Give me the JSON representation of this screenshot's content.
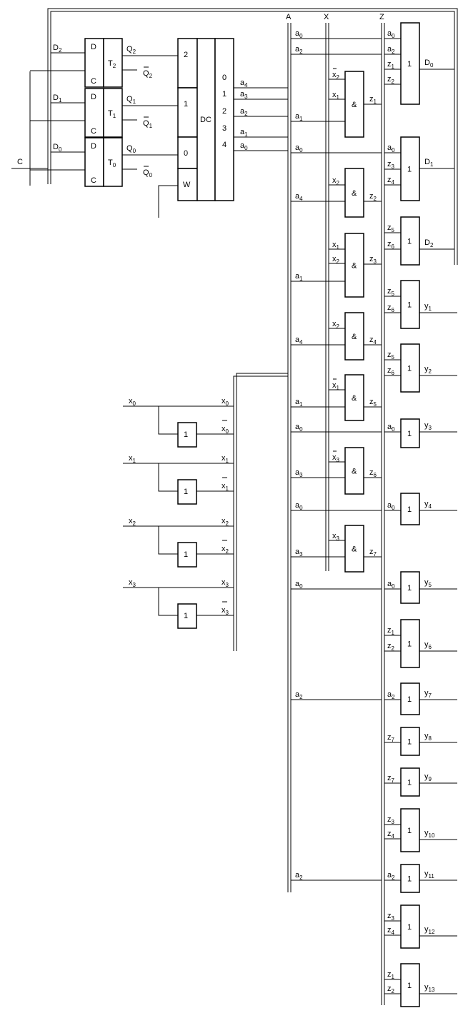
{
  "buses": {
    "a": "A",
    "x": "X",
    "z": "Z"
  },
  "clock_label": "C",
  "triggers": [
    {
      "d": "D",
      "c": "C",
      "t_main": "T",
      "t_sub": "2",
      "in_main": "D",
      "in_sub": "2",
      "q_main": "Q",
      "q_sub": "2",
      "qn_main": "Q",
      "qn_sub": "2"
    },
    {
      "d": "D",
      "c": "C",
      "t_main": "T",
      "t_sub": "1",
      "in_main": "D",
      "in_sub": "1",
      "q_main": "Q",
      "q_sub": "1",
      "qn_main": "Q",
      "qn_sub": "1"
    },
    {
      "d": "D",
      "c": "C",
      "t_main": "T",
      "t_sub": "0",
      "in_main": "D",
      "in_sub": "0",
      "q_main": "Q",
      "q_sub": "0",
      "qn_main": "Q",
      "qn_sub": "0"
    }
  ],
  "decoder": {
    "title": "DC",
    "inputs": [
      "2",
      "1",
      "0"
    ],
    "enable": "W",
    "outputs": [
      "0",
      "1",
      "2",
      "3",
      "4"
    ],
    "out_signals": [
      {
        "main": "a",
        "sub": "4"
      },
      {
        "main": "a",
        "sub": "3"
      },
      {
        "main": "a",
        "sub": "2"
      },
      {
        "main": "a",
        "sub": "1"
      },
      {
        "main": "a",
        "sub": "0"
      }
    ]
  },
  "inverters": [
    {
      "symbol": "1",
      "in_main": "x",
      "in_sub": "0",
      "out_main": "x",
      "out_sub": "0",
      "inv_main": "x",
      "inv_sub": "0"
    },
    {
      "symbol": "1",
      "in_main": "x",
      "in_sub": "1",
      "out_main": "x",
      "out_sub": "1",
      "inv_main": "x",
      "inv_sub": "1"
    },
    {
      "symbol": "1",
      "in_main": "x",
      "in_sub": "2",
      "out_main": "x",
      "out_sub": "2",
      "inv_main": "x",
      "inv_sub": "2"
    },
    {
      "symbol": "1",
      "in_main": "x",
      "in_sub": "3",
      "out_main": "x",
      "out_sub": "3",
      "inv_main": "x",
      "inv_sub": "3"
    }
  ],
  "and_gates": [
    {
      "symbol": "&",
      "a": {
        "main": "a",
        "sub": "1"
      },
      "inputs": [
        {
          "main": "x",
          "sub": "2",
          "bar": true
        },
        {
          "main": "x",
          "sub": "1",
          "bar": false
        }
      ],
      "out": {
        "main": "z",
        "sub": "1"
      }
    },
    {
      "symbol": "&",
      "a": {
        "main": "a",
        "sub": "4"
      },
      "inputs": [
        {
          "main": "x",
          "sub": "2",
          "bar": false
        }
      ],
      "out": {
        "main": "z",
        "sub": "2"
      }
    },
    {
      "symbol": "&",
      "a": {
        "main": "a",
        "sub": "1"
      },
      "inputs": [
        {
          "main": "x",
          "sub": "1",
          "bar": false
        },
        {
          "main": "x",
          "sub": "2",
          "bar": false
        }
      ],
      "out": {
        "main": "z",
        "sub": "3"
      }
    },
    {
      "symbol": "&",
      "a": {
        "main": "a",
        "sub": "4"
      },
      "inputs": [
        {
          "main": "x",
          "sub": "2",
          "bar": false
        }
      ],
      "out": {
        "main": "z",
        "sub": "4"
      }
    },
    {
      "symbol": "&",
      "a": {
        "main": "a",
        "sub": "1"
      },
      "inputs": [
        {
          "main": "x",
          "sub": "1",
          "bar": true
        }
      ],
      "out": {
        "main": "z",
        "sub": "5"
      }
    },
    {
      "symbol": "&",
      "a": {
        "main": "a",
        "sub": "3"
      },
      "inputs": [
        {
          "main": "x",
          "sub": "3",
          "bar": true
        }
      ],
      "out": {
        "main": "z",
        "sub": "6"
      }
    },
    {
      "symbol": "&",
      "a": {
        "main": "a",
        "sub": "3"
      },
      "inputs": [
        {
          "main": "x",
          "sub": "3",
          "bar": false
        }
      ],
      "out": {
        "main": "z",
        "sub": "7"
      }
    }
  ],
  "a_taps": [
    {
      "main": "a",
      "sub": "0"
    },
    {
      "main": "a",
      "sub": "2"
    },
    {
      "main": "a",
      "sub": "0"
    },
    {
      "main": "a",
      "sub": "0"
    },
    {
      "main": "a",
      "sub": "0"
    },
    {
      "main": "a",
      "sub": "2"
    },
    {
      "main": "a",
      "sub": "2"
    }
  ],
  "or_gates": [
    {
      "symbol": "1",
      "inputs": [
        {
          "main": "a",
          "sub": "0"
        },
        {
          "main": "a",
          "sub": "2"
        },
        {
          "main": "z",
          "sub": "1"
        },
        {
          "main": "z",
          "sub": "2"
        }
      ],
      "out": {
        "main": "D",
        "sub": "0"
      }
    },
    {
      "symbol": "1",
      "inputs": [
        {
          "main": "a",
          "sub": "0"
        },
        {
          "main": "z",
          "sub": "3"
        },
        {
          "main": "z",
          "sub": "4"
        }
      ],
      "out": {
        "main": "D",
        "sub": "1"
      }
    },
    {
      "symbol": "1",
      "inputs": [
        {
          "main": "z",
          "sub": "5"
        },
        {
          "main": "z",
          "sub": "6"
        }
      ],
      "out": {
        "main": "D",
        "sub": "2"
      }
    },
    {
      "symbol": "1",
      "inputs": [
        {
          "main": "z",
          "sub": "5"
        },
        {
          "main": "z",
          "sub": "6"
        }
      ],
      "out": {
        "main": "y",
        "sub": "1"
      }
    },
    {
      "symbol": "1",
      "inputs": [
        {
          "main": "z",
          "sub": "5"
        },
        {
          "main": "z",
          "sub": "6"
        }
      ],
      "out": {
        "main": "y",
        "sub": "2"
      }
    },
    {
      "symbol": "1",
      "inputs": [
        {
          "main": "a",
          "sub": "0"
        }
      ],
      "out": {
        "main": "y",
        "sub": "3"
      }
    },
    {
      "symbol": "1",
      "inputs": [
        {
          "main": "a",
          "sub": "0"
        }
      ],
      "out": {
        "main": "y",
        "sub": "4"
      }
    },
    {
      "symbol": "1",
      "inputs": [
        {
          "main": "a",
          "sub": "0"
        }
      ],
      "out": {
        "main": "y",
        "sub": "5"
      }
    },
    {
      "symbol": "1",
      "inputs": [
        {
          "main": "z",
          "sub": "1"
        },
        {
          "main": "z",
          "sub": "2"
        }
      ],
      "out": {
        "main": "y",
        "sub": "6"
      }
    },
    {
      "symbol": "1",
      "inputs": [
        {
          "main": "a",
          "sub": "2"
        }
      ],
      "out": {
        "main": "y",
        "sub": "7"
      }
    },
    {
      "symbol": "1",
      "inputs": [
        {
          "main": "z",
          "sub": "7"
        }
      ],
      "out": {
        "main": "y",
        "sub": "8"
      }
    },
    {
      "symbol": "1",
      "inputs": [
        {
          "main": "z",
          "sub": "7"
        }
      ],
      "out": {
        "main": "y",
        "sub": "9"
      }
    },
    {
      "symbol": "1",
      "inputs": [
        {
          "main": "z",
          "sub": "3"
        },
        {
          "main": "z",
          "sub": "4"
        }
      ],
      "out": {
        "main": "y",
        "sub": "10"
      }
    },
    {
      "symbol": "1",
      "inputs": [
        {
          "main": "a",
          "sub": "2"
        }
      ],
      "out": {
        "main": "y",
        "sub": "11"
      }
    },
    {
      "symbol": "1",
      "inputs": [
        {
          "main": "z",
          "sub": "3"
        },
        {
          "main": "z",
          "sub": "4"
        }
      ],
      "out": {
        "main": "y",
        "sub": "12"
      }
    },
    {
      "symbol": "1",
      "inputs": [
        {
          "main": "z",
          "sub": "1"
        },
        {
          "main": "z",
          "sub": "2"
        }
      ],
      "out": {
        "main": "y",
        "sub": "13"
      }
    }
  ]
}
